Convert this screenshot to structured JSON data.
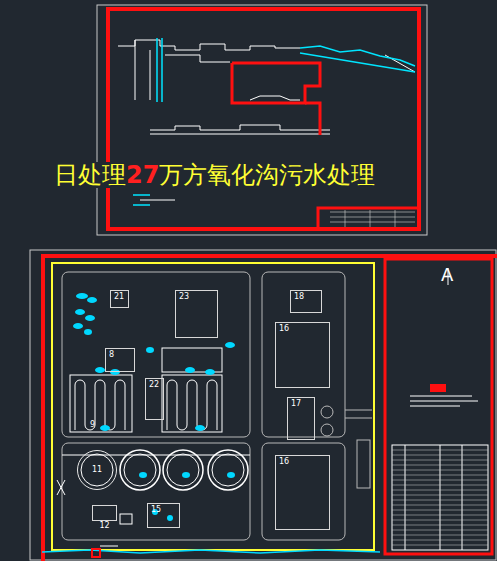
{
  "diagram": {
    "title": "日处理27万方氧化沟污水处理",
    "nodes": [
      {
        "text": [
          "21"
        ]
      },
      {
        "text": [
          "23"
        ]
      },
      {
        "text": [
          "8"
        ]
      },
      {
        "text": [
          "22"
        ]
      },
      {
        "text": [
          "11"
        ]
      },
      {
        "text": [
          "12"
        ]
      },
      {
        "text": [
          "15"
        ]
      },
      {
        "text": [
          "18"
        ]
      },
      {
        "text": [
          "16"
        ]
      },
      {
        "text": [
          "17"
        ]
      },
      {
        "text": [
          "16"
        ]
      }
    ],
    "labels": [
      "9",
      "A"
    ]
  }
}
